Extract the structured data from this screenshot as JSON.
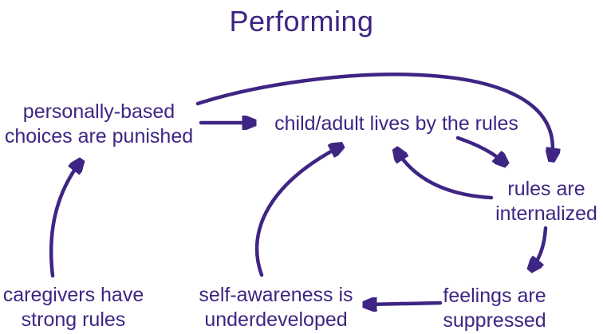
{
  "title": "Performing",
  "colors": {
    "ink": "#3e2583",
    "background": "#ffffff"
  },
  "nodes": {
    "punished": {
      "line1": "personally-based",
      "line2": "choices are punished"
    },
    "lives": {
      "line1": "child/adult lives by the rules"
    },
    "internalized": {
      "line1": "rules are",
      "line2": "internalized"
    },
    "caregivers": {
      "line1": "caregivers have",
      "line2": "strong rules"
    },
    "selfawareness": {
      "line1": "self-awareness is",
      "line2": "underdeveloped"
    },
    "feelings": {
      "line1": "feelings are",
      "line2": "suppressed"
    }
  },
  "edges": [
    {
      "from": "caregivers have strong rules",
      "to": "personally-based choices are punished"
    },
    {
      "from": "personally-based choices are punished",
      "to": "child/adult lives by the rules"
    },
    {
      "from": "personally-based choices are punished",
      "to": "rules are internalized"
    },
    {
      "from": "child/adult lives by the rules",
      "to": "rules are internalized"
    },
    {
      "from": "rules are internalized",
      "to": "child/adult lives by the rules"
    },
    {
      "from": "rules are internalized",
      "to": "feelings are suppressed"
    },
    {
      "from": "feelings are suppressed",
      "to": "self-awareness is underdeveloped"
    },
    {
      "from": "self-awareness is underdeveloped",
      "to": "child/adult lives by the rules"
    }
  ]
}
